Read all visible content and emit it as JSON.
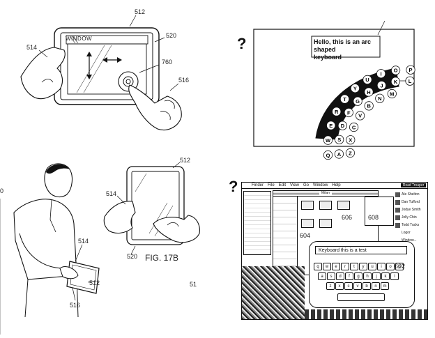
{
  "panel1": {
    "window_title": "WINDOW",
    "ref_top": "512",
    "ref_frame": "520",
    "ref_hand_left": "514",
    "ref_ring": "760",
    "ref_hand_right": "516"
  },
  "panel2": {
    "question_mark": "?",
    "text_line1": "Hello, this is an arc shaped",
    "text_line2": "keyboard",
    "keys": [
      "Q",
      "W",
      "E",
      "R",
      "T",
      "Y",
      "U",
      "I",
      "O",
      "P",
      "A",
      "S",
      "D",
      "F",
      "G",
      "H",
      "J",
      "K",
      "L",
      "Z",
      "X",
      "C",
      "V",
      "B",
      "N",
      "M"
    ]
  },
  "panel3": {
    "ref_edge": "0",
    "ref_hand": "514",
    "ref_device": "512",
    "ref_finger": "516"
  },
  "panel4": {
    "ref_top": "512",
    "ref_hand": "514",
    "ref_bottom": "520",
    "caption": "FIG. 17B",
    "ref_edge": "51"
  },
  "panel5": {
    "question_mark": "?",
    "menu_items": [
      "Finder",
      "File",
      "Edit",
      "View",
      "Go",
      "Window",
      "Help"
    ],
    "window_title": "Milan",
    "buddy_header": "Road Trouper",
    "buddies": [
      "Ale Shelton",
      "Dan Tufford",
      "Jodye Smith",
      "Jelly Chin",
      "Todd Tucks",
      "Logor Window..."
    ],
    "ref_window": "606",
    "ref_window2": "608",
    "ref_folder": "604",
    "ref_keyboard_area": "602",
    "keyboard_text": "Keyboard this is a test",
    "key_row1": [
      "q",
      "w",
      "e",
      "r",
      "t",
      "y",
      "u",
      "i",
      "o",
      "p"
    ],
    "key_row2": [
      "a",
      "s",
      "d",
      "f",
      "g",
      "h",
      "j",
      "k",
      "l"
    ],
    "key_row3": [
      "z",
      "x",
      "c",
      "v",
      "b",
      "n",
      "m"
    ]
  }
}
